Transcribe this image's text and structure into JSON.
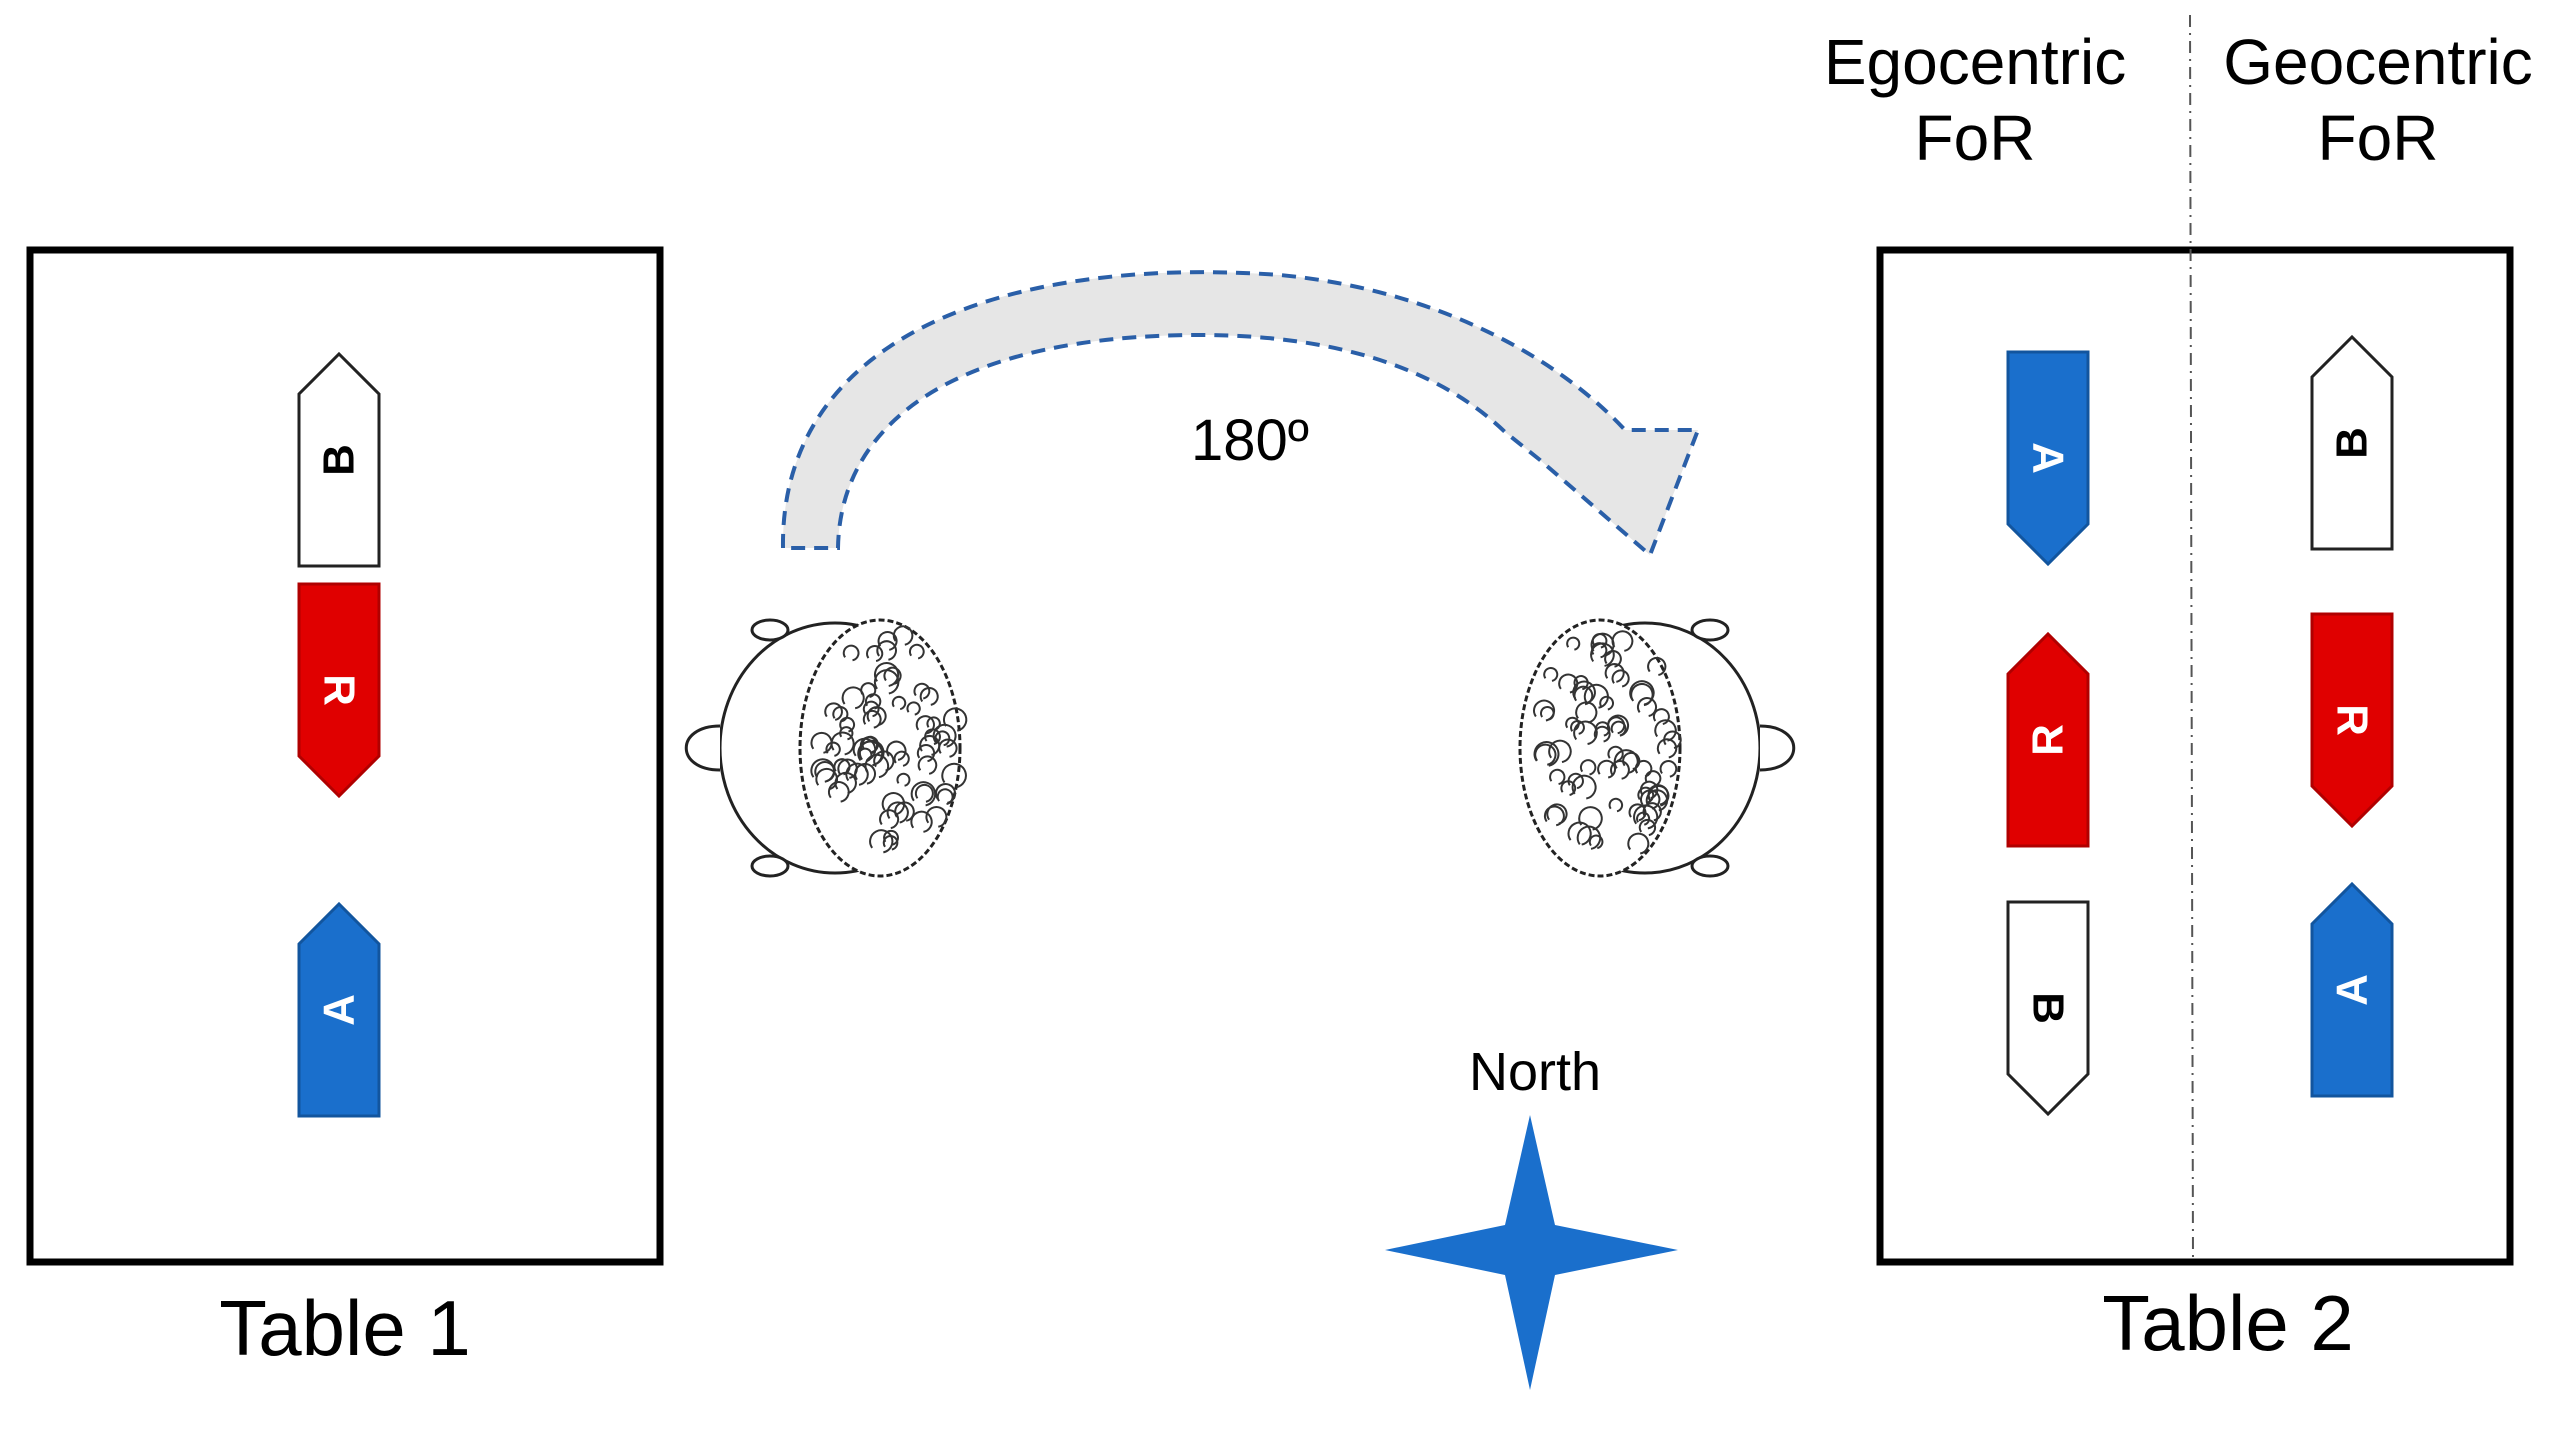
{
  "labels": {
    "table1": "Table 1",
    "table2": "Table 2",
    "rotation": "180º",
    "north": "North",
    "ego_line1": "Egocentric",
    "ego_line2": "FoR",
    "geo_line1": "Geocentric",
    "geo_line2": "FoR"
  },
  "tokens": {
    "table1": [
      {
        "letter": "B",
        "fill": "white",
        "pointing": "up"
      },
      {
        "letter": "R",
        "fill": "red",
        "pointing": "down"
      },
      {
        "letter": "A",
        "fill": "blue",
        "pointing": "up"
      }
    ],
    "egocentric": [
      {
        "letter": "A",
        "fill": "blue",
        "pointing": "down"
      },
      {
        "letter": "R",
        "fill": "red",
        "pointing": "up"
      },
      {
        "letter": "B",
        "fill": "white",
        "pointing": "down"
      }
    ],
    "geocentric": [
      {
        "letter": "B",
        "fill": "white",
        "pointing": "up"
      },
      {
        "letter": "R",
        "fill": "red",
        "pointing": "down"
      },
      {
        "letter": "A",
        "fill": "blue",
        "pointing": "up"
      }
    ]
  },
  "colors": {
    "blue": "#1a6fcc",
    "red": "#e00000",
    "white": "#ffffff",
    "arrow_fill": "#e6e6e6",
    "arrow_stroke": "#2a5fa8",
    "compass": "#1a6fcc"
  }
}
